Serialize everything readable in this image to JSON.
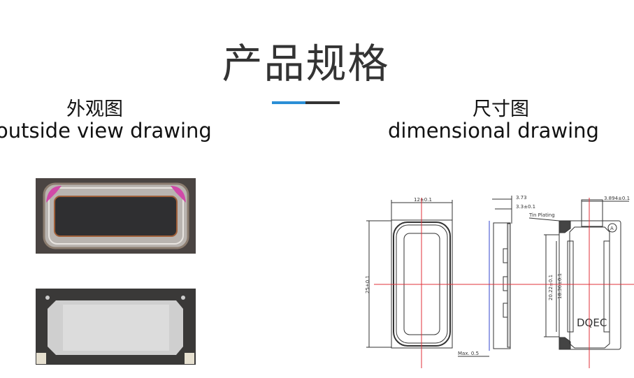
{
  "title": "产品规格",
  "left": {
    "heading_cn": "外观图",
    "heading_en": "outside view drawing"
  },
  "right": {
    "heading_cn": "尺寸图",
    "heading_en": "dimensional drawing"
  },
  "drawing": {
    "width_dim": "12±0.1",
    "height_dim": "25±0.1",
    "thickness_dim": "3.73",
    "body_thickness_dim": "3.3±0.1",
    "max_dim": "Max. 0.5",
    "tin_label": "Tin Plating",
    "pad_dim": "3.894±0.1",
    "inner_dim_1": "20.22±0.1",
    "inner_dim_2": "18.36±0.1",
    "marker": "A",
    "brand": "DQEC"
  },
  "colors": {
    "accent": "#2b8fd6",
    "center_line": "#e0303a"
  }
}
